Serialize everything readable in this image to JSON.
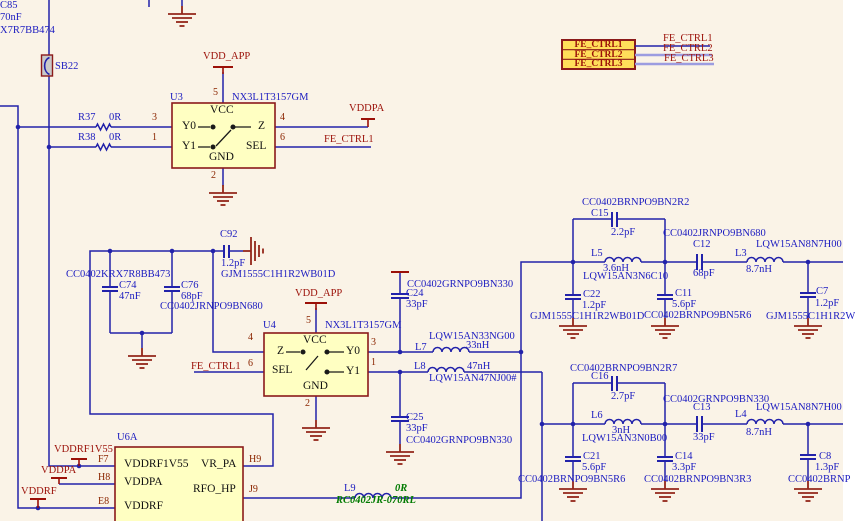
{
  "colors": {
    "background": "#FAF3E7",
    "wire": "#2222AA",
    "harness_wire": "#9C9CE0",
    "component_outline": "#8B1A1A",
    "component_fill": "#FFFFC2",
    "designator_blue": "#1C1CC0",
    "net_red": "#9B1008",
    "pin_number": "#8B2500",
    "value_green": "#007A00",
    "ground": "#93261A",
    "harness_fill": "#FFDE5A",
    "solder_bridge_fill": "#C9C9C9"
  },
  "power_nets": {
    "vdd_app": "VDD_APP",
    "vddpa": "VDDPA",
    "vddrf1v55": "VDDRF1V55",
    "vddrf": "VDDRF",
    "fe_ctrl1": "FE_CTRL1"
  },
  "harness": {
    "rows": [
      "FE_CTRL1",
      "FE_CTRL2",
      "FE_CTRL3"
    ],
    "net_labels": [
      "FE_CTRL1",
      "FE_CTRL2",
      "FE_CTRL3"
    ]
  },
  "components": {
    "c85": {
      "ref": "C85",
      "value": "70nF",
      "part": "X7R7BB474"
    },
    "sb22": {
      "ref": "SB22"
    },
    "r37": {
      "ref": "R37",
      "value": "0R"
    },
    "r38": {
      "ref": "R38",
      "value": "0R"
    },
    "u3": {
      "ref": "U3",
      "part": "NX3L1T3157GM",
      "pin_vcc": "VCC",
      "pin_gnd": "GND",
      "pin_y0": "Y0",
      "pin_y1": "Y1",
      "pin_z": "Z",
      "pin_sel": "SEL",
      "n5": "5",
      "n2": "2",
      "n3": "3",
      "n1": "1",
      "n4": "4",
      "n6": "6"
    },
    "u4": {
      "ref": "U4",
      "part": "NX3L1T3157GM",
      "pin_vcc": "VCC",
      "pin_gnd": "GND",
      "pin_y0": "Y0",
      "pin_y1": "Y1",
      "pin_z": "Z",
      "pin_sel": "SEL",
      "n5": "5",
      "n2": "2",
      "n3": "3",
      "n1": "1",
      "n4": "4",
      "n6": "6"
    },
    "u6a": {
      "ref": "U6A",
      "pin_vddrf1v55": "VDDRF1V55",
      "pin_vddpa": "VDDPA",
      "pin_vddrf": "VDDRF",
      "pin_vr_pa": "VR_PA",
      "pin_rfo_hp": "RFO_HP",
      "nf7": "F7",
      "nh8": "H8",
      "ne8": "E8",
      "nh9": "H9",
      "nj9": "J9"
    },
    "c74": {
      "ref": "C74",
      "value": "47nF",
      "part": "CC0402KRX7R8BB473"
    },
    "c76": {
      "ref": "C76",
      "value": "68pF",
      "part": "CC0402JRNPO9BN680"
    },
    "c92": {
      "ref": "C92",
      "value": "1.2pF",
      "part": "GJM1555C1H1R2WB01D"
    },
    "c24": {
      "ref": "C24",
      "value": "33pF",
      "part": "CC0402GRNPO9BN330"
    },
    "c25": {
      "ref": "C25",
      "value": "33pF",
      "part": "CC0402GRNPO9BN330"
    },
    "l7": {
      "ref": "L7",
      "value": "33nH",
      "part": "LQW15AN33NG00"
    },
    "l8": {
      "ref": "L8",
      "value": "47nH",
      "part": "LQW15AN47NJ00#"
    },
    "c15": {
      "ref": "C15",
      "value": "2.2pF",
      "part": "CC0402BRNPO9BN2R2"
    },
    "l5": {
      "ref": "L5",
      "value": "3.6nH",
      "part": "LQW15AN3N6C10"
    },
    "c22": {
      "ref": "C22",
      "value": "1.2pF",
      "part": "GJM1555C1H1R2WB01D"
    },
    "c11": {
      "ref": "C11",
      "value": "5.6pF",
      "part": "CC0402BRNPO9BN5R6"
    },
    "c12": {
      "ref": "C12",
      "value": "68pF",
      "part": "CC0402JRNPO9BN680"
    },
    "l3": {
      "ref": "L3",
      "value": "8.7nH",
      "part": "LQW15AN8N7H00"
    },
    "c7": {
      "ref": "C7",
      "value": "1.2pF",
      "part": "GJM1555C1H1R2W"
    },
    "c16": {
      "ref": "C16",
      "value": "2.7pF",
      "part": "CC0402BRNPO9BN2R7"
    },
    "l6": {
      "ref": "L6",
      "value": "3nH",
      "part": "LQW15AN3N0B00"
    },
    "c21": {
      "ref": "C21",
      "value": "5.6pF",
      "part": "CC0402BRNPO9BN5R6"
    },
    "c14": {
      "ref": "C14",
      "value": "3.3pF",
      "part": "CC0402BRNPO9BN3R3"
    },
    "c13": {
      "ref": "C13",
      "value": "33pF",
      "part": "CC0402GRNPO9BN330"
    },
    "l4": {
      "ref": "L4",
      "value": "8.7nH",
      "part": "LQW15AN8N7H00"
    },
    "c8": {
      "ref": "C8",
      "value": "1.3pF",
      "part": "CC0402BRNP"
    },
    "l9": {
      "ref": "L9",
      "value": "0R",
      "part": "RC0402JR-070RL"
    }
  }
}
